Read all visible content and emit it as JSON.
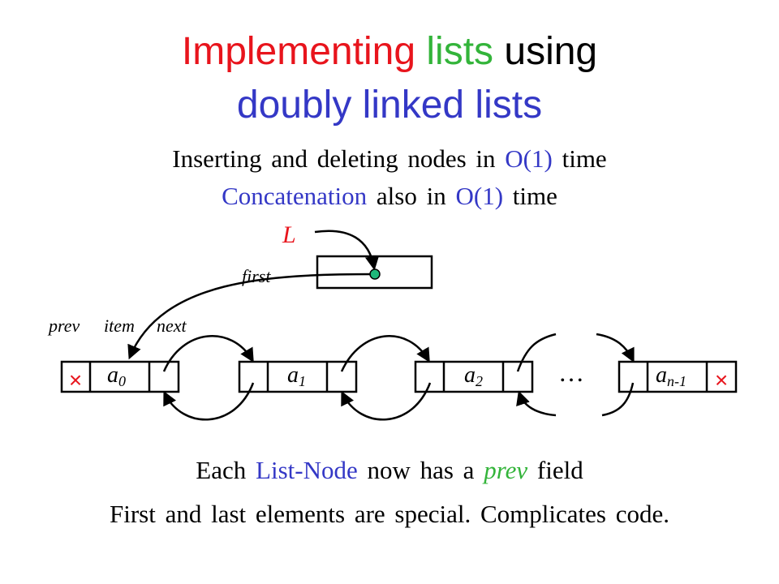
{
  "title": {
    "line1": [
      {
        "text": "Implementing",
        "color": "#e8141c"
      },
      {
        "text": "lists",
        "color": "#33b43a"
      },
      {
        "text": "using",
        "color": "#000000"
      }
    ],
    "line2": {
      "text": "doubly linked lists",
      "color": "#3438c6"
    }
  },
  "subtitle": {
    "line1": [
      {
        "text": "Inserting and deleting nodes in",
        "color": "#000000"
      },
      {
        "text": "O(1)",
        "color": "#3438c6"
      },
      {
        "text": "time",
        "color": "#000000"
      }
    ],
    "line2": [
      {
        "text": "Concatenation",
        "color": "#3438c6"
      },
      {
        "text": "also in",
        "color": "#000000"
      },
      {
        "text": "O(1)",
        "color": "#3438c6"
      },
      {
        "text": "time",
        "color": "#000000"
      }
    ]
  },
  "diagram": {
    "list_label": "L",
    "list_label_color": "#e8141c",
    "first_label": "first",
    "field_labels": {
      "prev": "prev",
      "item": "item",
      "next": "next"
    },
    "null_marker_color": "#e8141c",
    "pointer_dot_color": "#1fb87a",
    "ellipsis": "…",
    "nodes": [
      {
        "base": "a",
        "sub": "0"
      },
      {
        "base": "a",
        "sub": "1"
      },
      {
        "base": "a",
        "sub": "2"
      },
      {
        "base": "a",
        "sub": "n-1"
      }
    ]
  },
  "bottom": {
    "line1": [
      {
        "text": "Each",
        "color": "#000000"
      },
      {
        "text": "List-Node",
        "color": "#3438c6"
      },
      {
        "text": "now has a",
        "color": "#000000"
      },
      {
        "text": "prev",
        "color": "#33b43a",
        "italic": true
      },
      {
        "text": "field",
        "color": "#000000"
      }
    ],
    "line2": {
      "text": "First and last elements are special. Complicates code.",
      "color": "#000000"
    }
  }
}
